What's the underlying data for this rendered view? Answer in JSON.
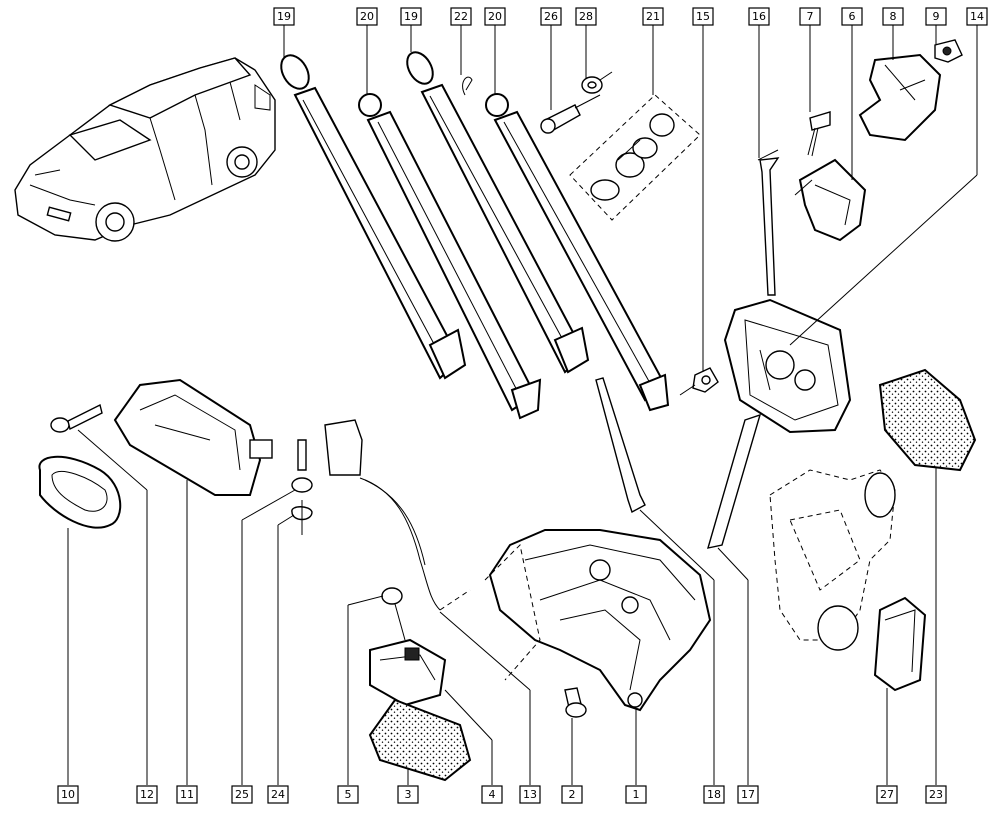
{
  "labels_top": [
    {
      "id": "lbl-19a",
      "text": "19"
    },
    {
      "id": "lbl-20a",
      "text": "20"
    },
    {
      "id": "lbl-19b",
      "text": "19"
    },
    {
      "id": "lbl-22",
      "text": "22"
    },
    {
      "id": "lbl-20b",
      "text": "20"
    },
    {
      "id": "lbl-26",
      "text": "26"
    },
    {
      "id": "lbl-28",
      "text": "28"
    },
    {
      "id": "lbl-21",
      "text": "21"
    },
    {
      "id": "lbl-15",
      "text": "15"
    },
    {
      "id": "lbl-16",
      "text": "16"
    },
    {
      "id": "lbl-7",
      "text": "7"
    },
    {
      "id": "lbl-6",
      "text": "6"
    },
    {
      "id": "lbl-8",
      "text": "8"
    },
    {
      "id": "lbl-9",
      "text": "9"
    },
    {
      "id": "lbl-14",
      "text": "14"
    }
  ],
  "labels_bottom": [
    {
      "id": "lbl-10",
      "text": "10"
    },
    {
      "id": "lbl-12",
      "text": "12"
    },
    {
      "id": "lbl-11",
      "text": "11"
    },
    {
      "id": "lbl-25",
      "text": "25"
    },
    {
      "id": "lbl-24",
      "text": "24"
    },
    {
      "id": "lbl-5",
      "text": "5"
    },
    {
      "id": "lbl-3",
      "text": "3"
    },
    {
      "id": "lbl-4",
      "text": "4"
    },
    {
      "id": "lbl-13",
      "text": "13"
    },
    {
      "id": "lbl-2",
      "text": "2"
    },
    {
      "id": "lbl-1",
      "text": "1"
    },
    {
      "id": "lbl-18",
      "text": "18"
    },
    {
      "id": "lbl-17",
      "text": "17"
    },
    {
      "id": "lbl-27",
      "text": "27"
    },
    {
      "id": "lbl-23",
      "text": "23"
    }
  ]
}
